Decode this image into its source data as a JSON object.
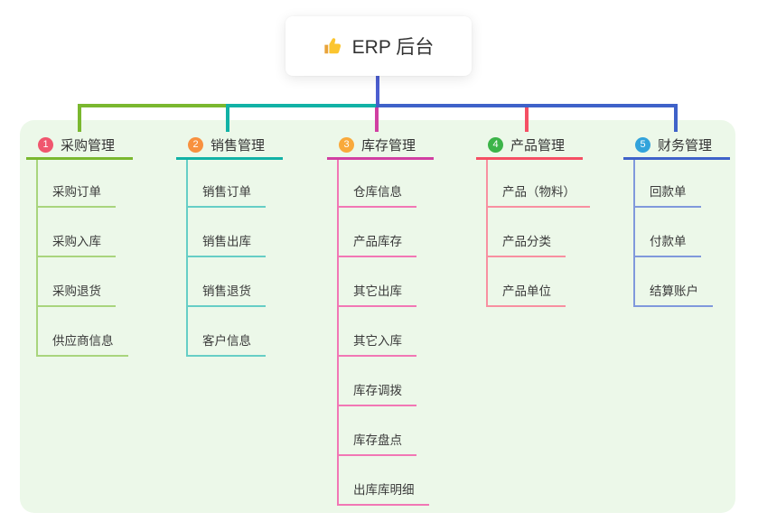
{
  "title_card": {
    "icon": "thumbs-up-icon",
    "label": "ERP 后台"
  },
  "colors": {
    "page_bg": "#ffffff",
    "panel_bg": "#ecf8e9",
    "root_line": "#4c5ed0",
    "text": "#333333"
  },
  "branches": [
    {
      "badge": "1",
      "label": "采购管理",
      "badge_color": "#f0566e",
      "line_color": "#7ab82f",
      "sub_line_color": "#a9d57d",
      "items": [
        "采购订单",
        "采购入库",
        "采购退货",
        "供应商信息"
      ]
    },
    {
      "badge": "2",
      "label": "销售管理",
      "badge_color": "#f8913f",
      "line_color": "#12b2a6",
      "sub_line_color": "#66cec6",
      "items": [
        "销售订单",
        "销售出库",
        "销售退货",
        "客户信息"
      ]
    },
    {
      "badge": "3",
      "label": "库存管理",
      "badge_color": "#f9a93b",
      "line_color": "#d13fa2",
      "sub_line_color": "#f277b5",
      "items": [
        "仓库信息",
        "产品库存",
        "其它出库",
        "其它入库",
        "库存调拨",
        "库存盘点",
        "出库库明细"
      ]
    },
    {
      "badge": "4",
      "label": "产品管理",
      "badge_color": "#3cb449",
      "line_color": "#f54f64",
      "sub_line_color": "#f890a1",
      "items": [
        "产品（物料）",
        "产品分类",
        "产品单位"
      ]
    },
    {
      "badge": "5",
      "label": "财务管理",
      "badge_color": "#32a3db",
      "line_color": "#3f62c9",
      "sub_line_color": "#8099dc",
      "items": [
        "回款单",
        "付款单",
        "结算账户"
      ]
    }
  ]
}
